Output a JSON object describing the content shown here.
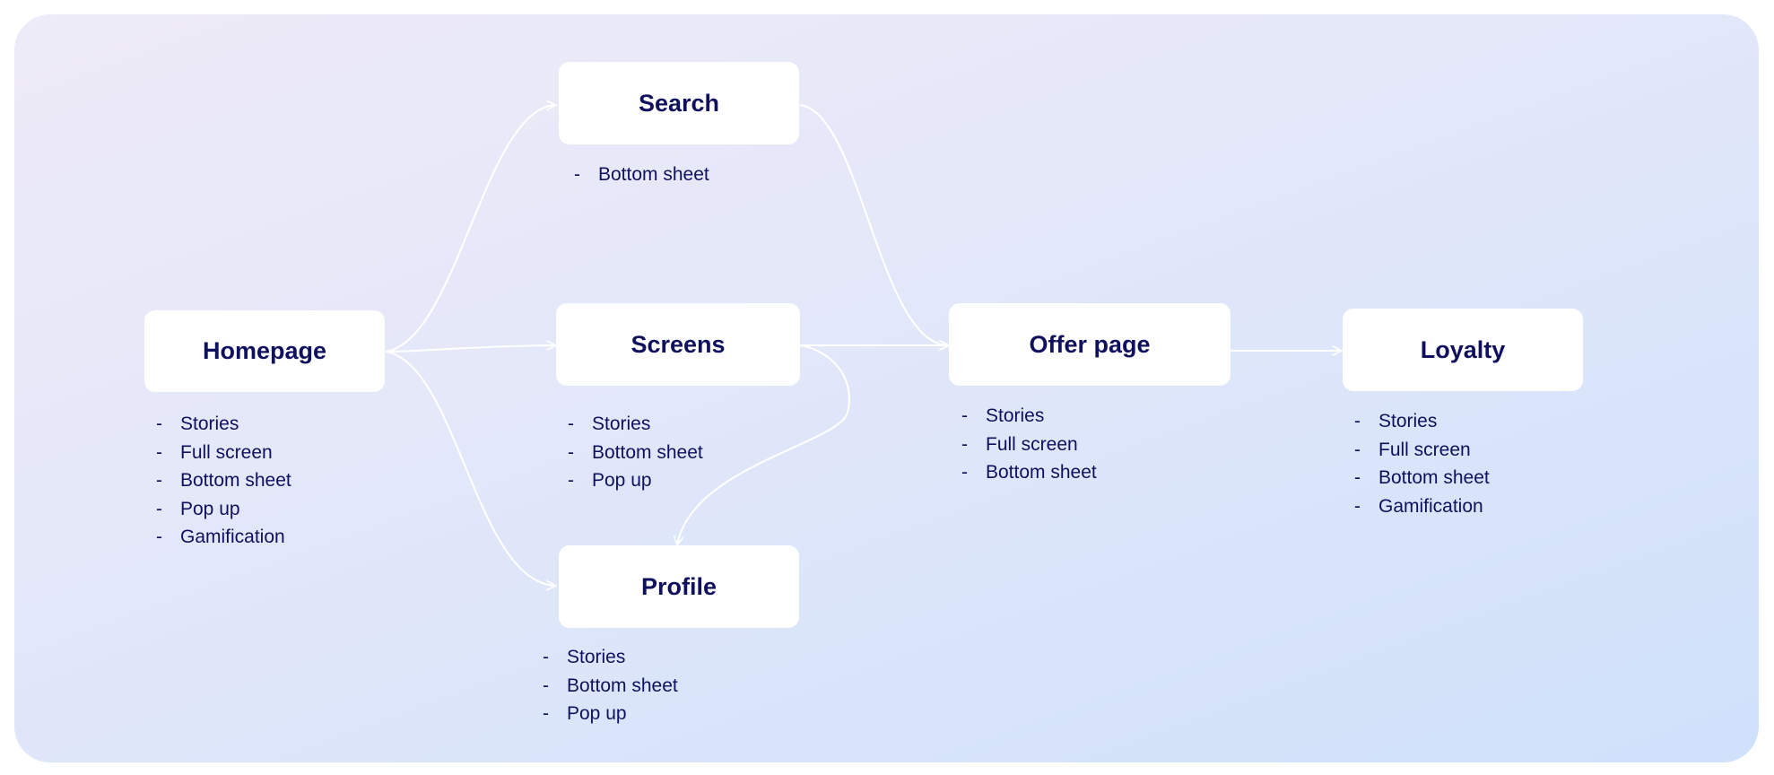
{
  "nodes": {
    "homepage": {
      "label": "Homepage",
      "items": [
        "Stories",
        "Full screen",
        "Bottom sheet",
        "Pop up",
        "Gamification"
      ]
    },
    "search": {
      "label": "Search",
      "items": [
        "Bottom sheet"
      ]
    },
    "screens": {
      "label": "Screens",
      "items": [
        "Stories",
        "Bottom sheet",
        "Pop up"
      ]
    },
    "profile": {
      "label": "Profile",
      "items": [
        "Stories",
        "Bottom sheet",
        "Pop up"
      ]
    },
    "offer": {
      "label": "Offer page",
      "items": [
        "Stories",
        "Full screen",
        "Bottom sheet"
      ]
    },
    "loyalty": {
      "label": "Loyalty",
      "items": [
        "Stories",
        "Full screen",
        "Bottom sheet",
        "Gamification"
      ]
    }
  },
  "edges": [
    {
      "from": "Homepage",
      "to": "Search"
    },
    {
      "from": "Homepage",
      "to": "Screens"
    },
    {
      "from": "Homepage",
      "to": "Profile"
    },
    {
      "from": "Search",
      "to": "Offer page"
    },
    {
      "from": "Screens",
      "to": "Offer page"
    },
    {
      "from": "Screens",
      "to": "Profile"
    },
    {
      "from": "Offer page",
      "to": "Loyalty"
    }
  ],
  "colors": {
    "text": "#10115e",
    "node_fill": "#ffffff",
    "edge": "#ffffff",
    "background_start": "#efebf8",
    "background_end": "#cfe1fb"
  }
}
